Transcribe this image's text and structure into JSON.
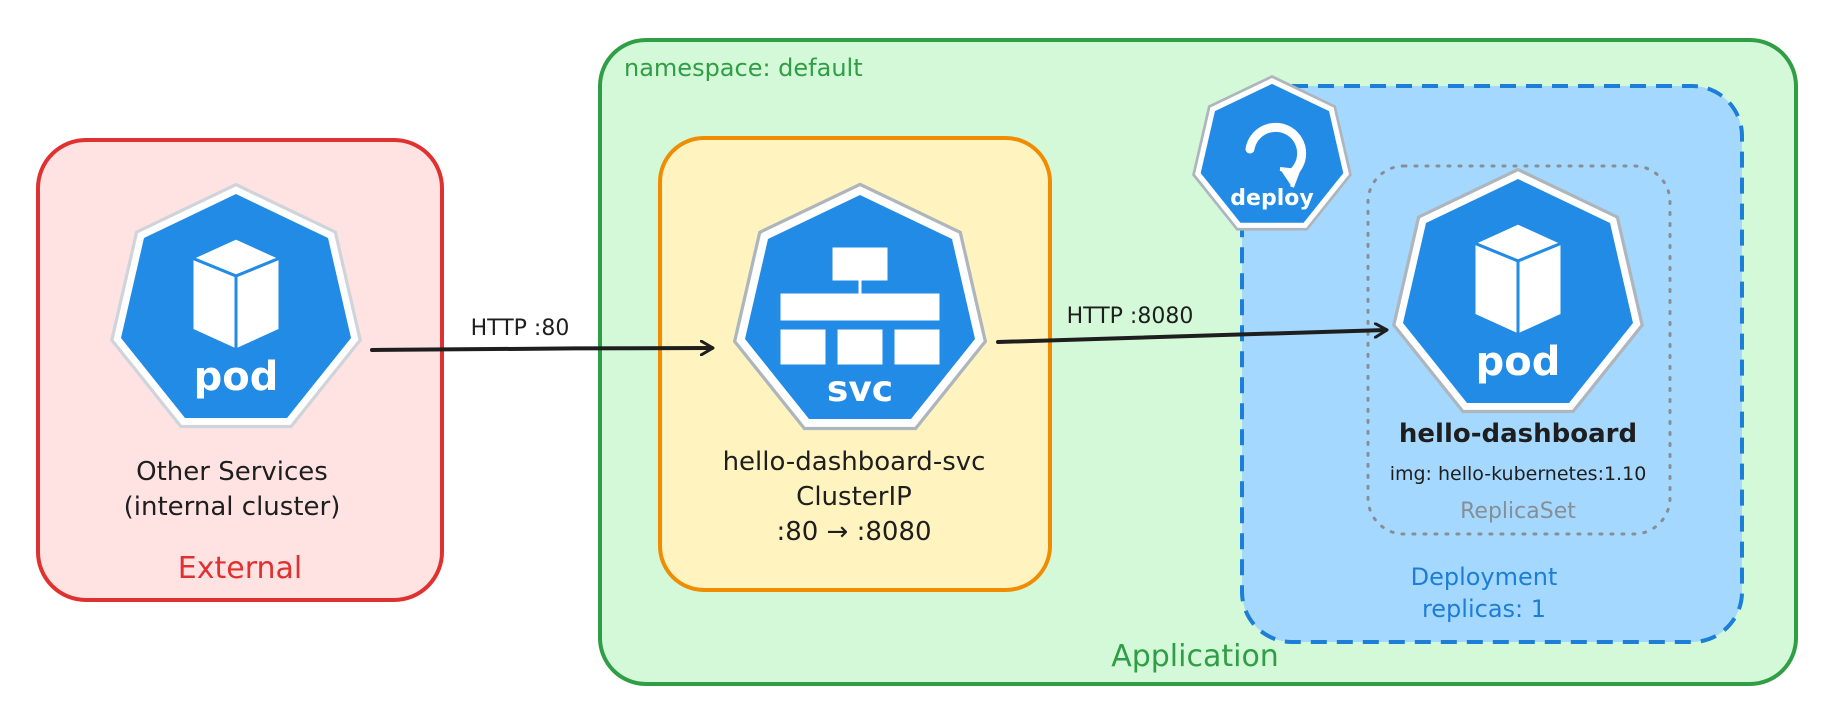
{
  "colors": {
    "external_border": "#e03131",
    "external_fill": "#ffe3e3",
    "application_border": "#2f9e44",
    "application_fill": "#d3f9d8",
    "service_border": "#f08c00",
    "service_fill": "#fff3bf",
    "deployment_border": "#1c7ed6",
    "deployment_fill": "#a5d8ff",
    "replicaset_border": "#868e96",
    "icon_blue": "#228be6",
    "arrow": "#1e1e1e"
  },
  "external": {
    "label": "External",
    "pod_icon_label": "pod",
    "caption_line1": "Other Services",
    "caption_line2": "(internal cluster)"
  },
  "application": {
    "namespace": "namespace: default",
    "label": "Application"
  },
  "service": {
    "icon_label": "svc",
    "name": "hello-dashboard-svc",
    "type": "ClusterIP",
    "ports": ":80 → :8080"
  },
  "deployment": {
    "icon_label": "deploy",
    "label_line1": "Deployment",
    "label_line2": "replicas: 1"
  },
  "replicaset": {
    "label": "ReplicaSet",
    "pod_icon_label": "pod",
    "pod_name": "hello-dashboard",
    "image": "img: hello-kubernetes:1.10"
  },
  "arrows": {
    "external_to_svc": "HTTP :80",
    "svc_to_pod": "HTTP :8080"
  }
}
